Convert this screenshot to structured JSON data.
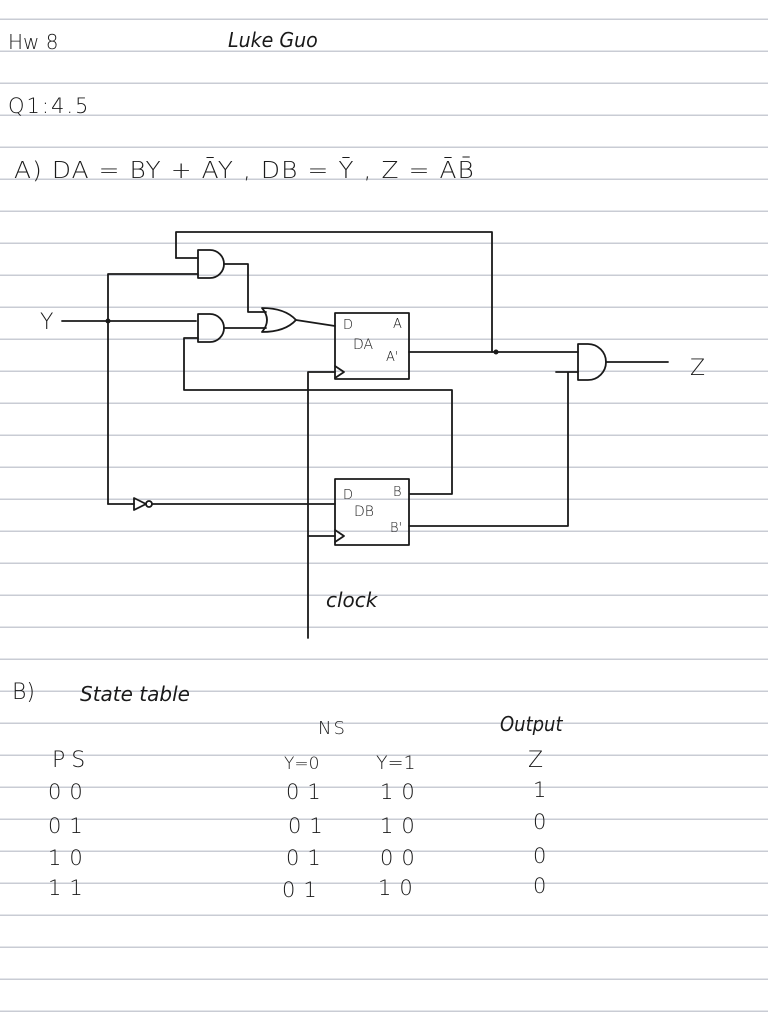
{
  "header": {
    "title": "Hw 8",
    "author": "Luke Guo",
    "question": "Q1:4.5"
  },
  "part_a": {
    "equations": "A) DA = BY + ĀY , DB = Ȳ , Z = ĀB̄"
  },
  "circuit": {
    "input_label": "Y",
    "output_label": "Z",
    "clock_label": "clock",
    "flipflop_a": {
      "d": "D",
      "name": "DA",
      "q": "A",
      "q_bar": "A'"
    },
    "flipflop_b": {
      "d": "D",
      "name": "DB",
      "q": "B",
      "q_bar": "B'"
    }
  },
  "part_b": {
    "label": "B)",
    "title": "State table",
    "headers": {
      "ns": "NS",
      "output": "Output",
      "ps": "PS",
      "y0": "Y=0",
      "y1": "Y=1",
      "z": "Z"
    },
    "rows": [
      {
        "ps": "00",
        "y0": "01",
        "y1": "10",
        "z": "1"
      },
      {
        "ps": "01",
        "y0": "01",
        "y1": "10",
        "z": "0"
      },
      {
        "ps": "10",
        "y0": "01",
        "y1": "00",
        "z": "0"
      },
      {
        "ps": "11",
        "y0": "01",
        "y1": "10",
        "z": "0"
      }
    ]
  }
}
